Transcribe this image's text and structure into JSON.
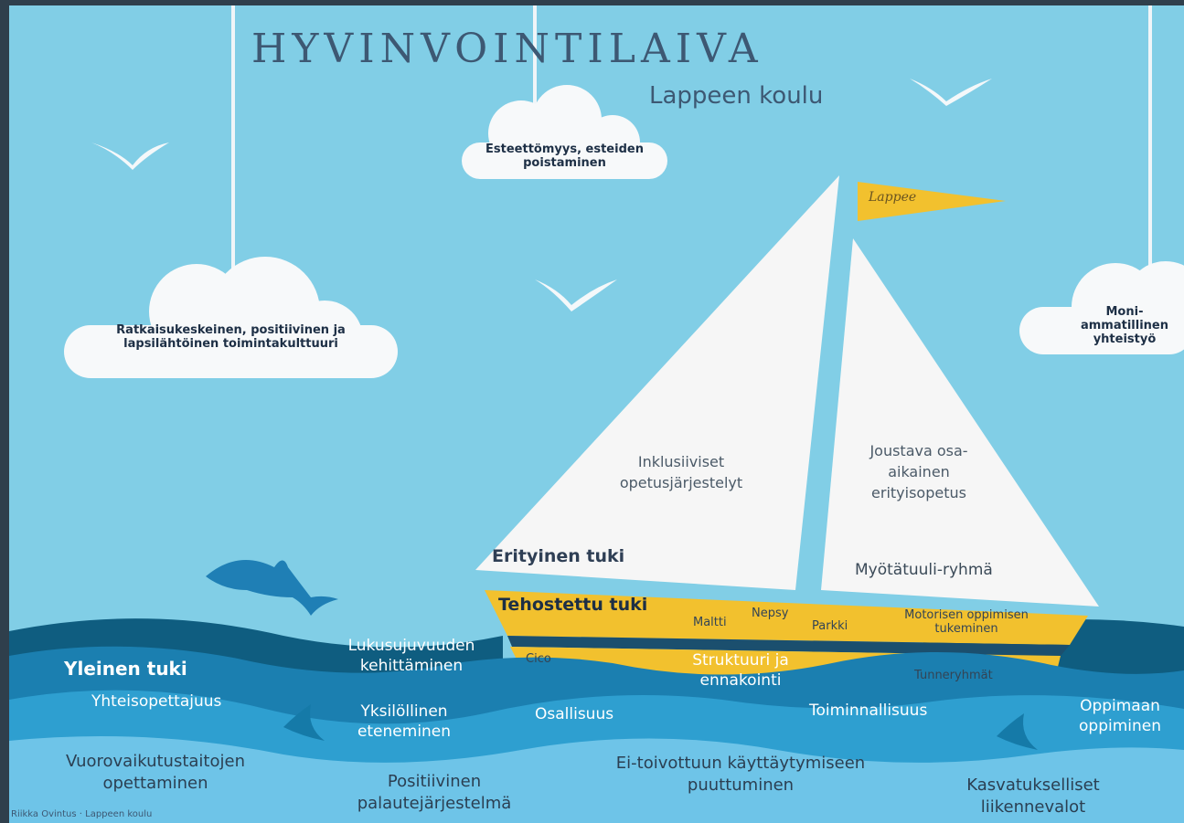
{
  "title": "HYVINVOINTILAIVA",
  "subtitle": "Lappeen koulu",
  "clouds": {
    "top": "Esteettömyys, esteiden poistaminen",
    "left": "Ratkaisukeskeinen, positiivinen ja lapsilähtöinen toimintakulttuuri",
    "right": "Moni-ammatillinen yhteistyö"
  },
  "flag": "Lappee",
  "sails": {
    "left_label": "Inklusiiviset opetusjärjestelyt",
    "left_title": "Erityinen tuki",
    "right_label": "Joustava osa-aikainen erityisopetus",
    "right_group": "Myötätuuli-ryhmä"
  },
  "hull": {
    "title": "Tehostettu tuki",
    "items": [
      "Maltti",
      "Nepsy",
      "Parkki",
      "Motorisen oppimisen tukeminen",
      "Cico",
      "Tunneryhmät"
    ]
  },
  "waves": {
    "title": "Yleinen tuki",
    "items": [
      "Lukusujuvuuden kehittäminen",
      "Struktuuri ja ennakointi",
      "Yhteisopettajuus",
      "Yksilöllinen eteneminen",
      "Osallisuus",
      "Toiminnallisuus",
      "Oppimaan oppiminen",
      "Vuorovaikutustaitojen opettaminen",
      "Positiivinen palautejärjestelmä",
      "Ei-toivottuun käyttäytymiseen puuttuminen",
      "Kasvatukselliset liikennevalot"
    ]
  },
  "credit": "Riikka Ovintus · Lappeen koulu",
  "colors": {
    "sky": "#7ccbe3",
    "sea_dark": "#0f5d80",
    "sea_mid": "#1b7fb0",
    "sea_light": "#45b3dc",
    "sail": "#f6f6f6",
    "hull_yellow": "#f2c12e",
    "title": "#3d5873"
  }
}
